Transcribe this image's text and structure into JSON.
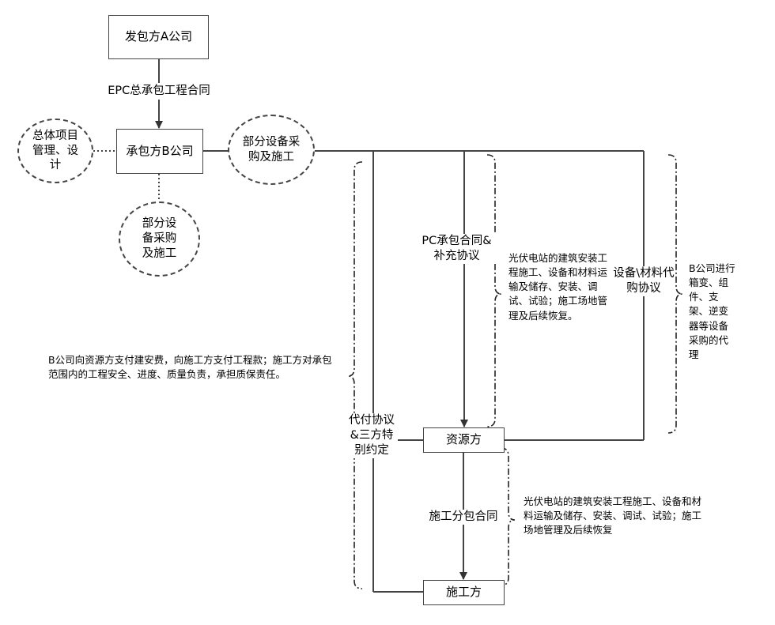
{
  "nodes": {
    "party_a": "发包方A公司",
    "party_b": "承包方B公司",
    "resource_party": "资源方",
    "construction_party": "施工方",
    "circle_mgmt": "总体项目管理、设计",
    "circle_procure_right": "部分设备采购及施工",
    "circle_procure_below": "部分设备采购及施工"
  },
  "edges": {
    "epc_contract": "EPC总承包工程合同",
    "pc_contract": "PC承包合同&补充协议",
    "equipment_agency": "设备\\材料代购协议",
    "subcontract": "施工分包合同",
    "tripartite": "代付协议&三方特别约定"
  },
  "notes": {
    "pc_scope": "光伏电站的建筑安装工程施工、设备和材料运输及储存、安装、调试、试验；施工场地管理及后续恢复。",
    "agency_scope": "B公司进行箱变、组件、支架、逆变器等设备采购的代理",
    "payment_scope": "B公司向资源方支付建安费，向施工方支付工程款；施工方对承包范围内的工程安全、进度、质量负责，承担质保责任。",
    "sub_scope": "光伏电站的建筑安装工程施工、设备和材料运输及储存、安装、调试、试验；施工场地管理及后续恢复"
  }
}
